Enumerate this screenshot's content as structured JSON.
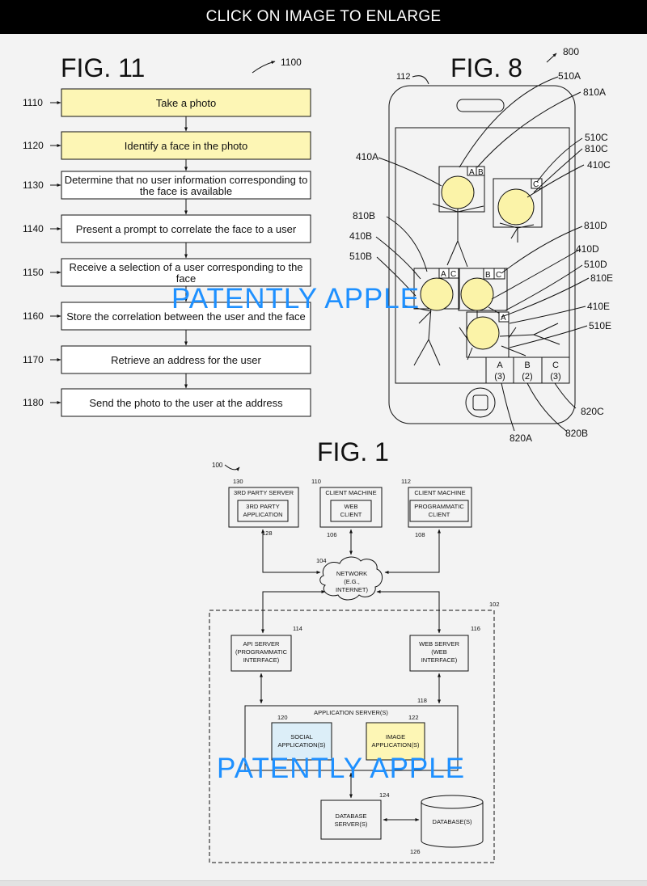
{
  "banner": {
    "text": "CLICK ON IMAGE TO ENLARGE"
  },
  "fig11": {
    "title": "FIG. 11",
    "ref": "1100",
    "steps": [
      {
        "id": "1110",
        "text": [
          "Take a photo"
        ],
        "highlight": true
      },
      {
        "id": "1120",
        "text": [
          "Identify a face in the photo"
        ],
        "highlight": true
      },
      {
        "id": "1130",
        "text": [
          "Determine that no user information corresponding to",
          "the face is available"
        ],
        "highlight": false
      },
      {
        "id": "1140",
        "text": [
          "Present a prompt to correlate the face to a user"
        ],
        "highlight": false
      },
      {
        "id": "1150",
        "text": [
          "Receive a selection of a user corresponding to the",
          "face"
        ],
        "highlight": false
      },
      {
        "id": "1160",
        "text": [
          "Store the correlation between the user and the face"
        ],
        "highlight": false
      },
      {
        "id": "1170",
        "text": [
          "Retrieve an address for the user"
        ],
        "highlight": false
      },
      {
        "id": "1180",
        "text": [
          "Send the photo to the user at the address"
        ],
        "highlight": false
      }
    ]
  },
  "fig8": {
    "title": "FIG. 8",
    "ref": "800",
    "device_ref": "112",
    "labels": {
      "l510A": "510A",
      "l810A": "810A",
      "l510C": "510C",
      "l810C": "810C",
      "l410C": "410C",
      "l410A": "410A",
      "l810B": "810B",
      "l410B": "410B",
      "l510B": "510B",
      "l810D": "810D",
      "l410D": "410D",
      "l510D": "510D",
      "l810E": "810E",
      "l410E": "410E",
      "l510E": "510E",
      "l820A": "820A",
      "l820B": "820B",
      "l820C": "820C"
    },
    "tags": {
      "a": "A",
      "b": "B",
      "c": "C"
    },
    "tabs": [
      {
        "letter": "A",
        "count": "(3)"
      },
      {
        "letter": "B",
        "count": "(2)"
      },
      {
        "letter": "C",
        "count": "(3)"
      }
    ]
  },
  "fig1": {
    "title": "FIG. 1",
    "ref_system": "100",
    "ref_boundary": "102",
    "third_party": {
      "ref": "130",
      "title": "3RD PARTY SERVER",
      "app": [
        "3RD PARTY",
        "APPLICATION"
      ],
      "app_ref": "128"
    },
    "client1": {
      "ref": "110",
      "title": "CLIENT MACHINE",
      "app": [
        "WEB",
        "CLIENT"
      ],
      "app_ref": "106"
    },
    "client2": {
      "ref": "112",
      "title": "CLIENT MACHINE",
      "app": [
        "PROGRAMMATIC",
        "CLIENT"
      ],
      "app_ref": "108"
    },
    "network": {
      "ref": "104",
      "text": [
        "NETWORK",
        "(E.G.,",
        "INTERNET)"
      ]
    },
    "api_server": {
      "ref": "114",
      "text": [
        "API SERVER",
        "(PROGRAMMATIC",
        "INTERFACE)"
      ]
    },
    "web_server": {
      "ref": "116",
      "text": [
        "WEB SERVER",
        "(WEB",
        "INTERFACE)"
      ]
    },
    "app_servers": {
      "ref": "118",
      "title": "APPLICATION SERVER(S)"
    },
    "social_app": {
      "ref": "120",
      "text": [
        "SOCIAL",
        "APPLICATION(S)"
      ]
    },
    "image_app": {
      "ref": "122",
      "text": [
        "IMAGE",
        "APPLICATION(S)"
      ]
    },
    "db_server": {
      "ref": "124",
      "text": [
        "DATABASE",
        "SERVER(S)"
      ]
    },
    "database": {
      "ref": "126",
      "text": "DATABASE(S)"
    }
  },
  "watermark": {
    "text": "PATENTLY APPLE",
    "color": "#1e90ff"
  },
  "colors": {
    "highlight": "#fdf6b5",
    "social": "#dceef8",
    "image": "#fdf6b5"
  }
}
